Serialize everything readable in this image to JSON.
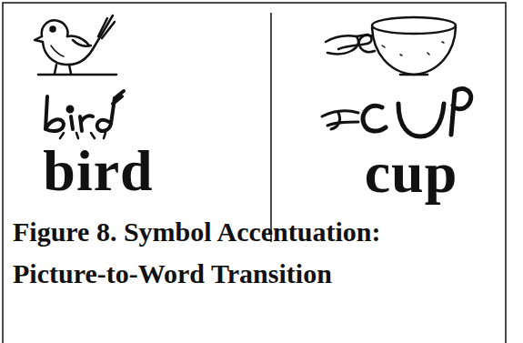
{
  "diagram": {
    "caption": "Figure 8. Symbol Accentuation: Picture-to-Word Transition",
    "labels": [
      "bird",
      "cup"
    ]
  }
}
